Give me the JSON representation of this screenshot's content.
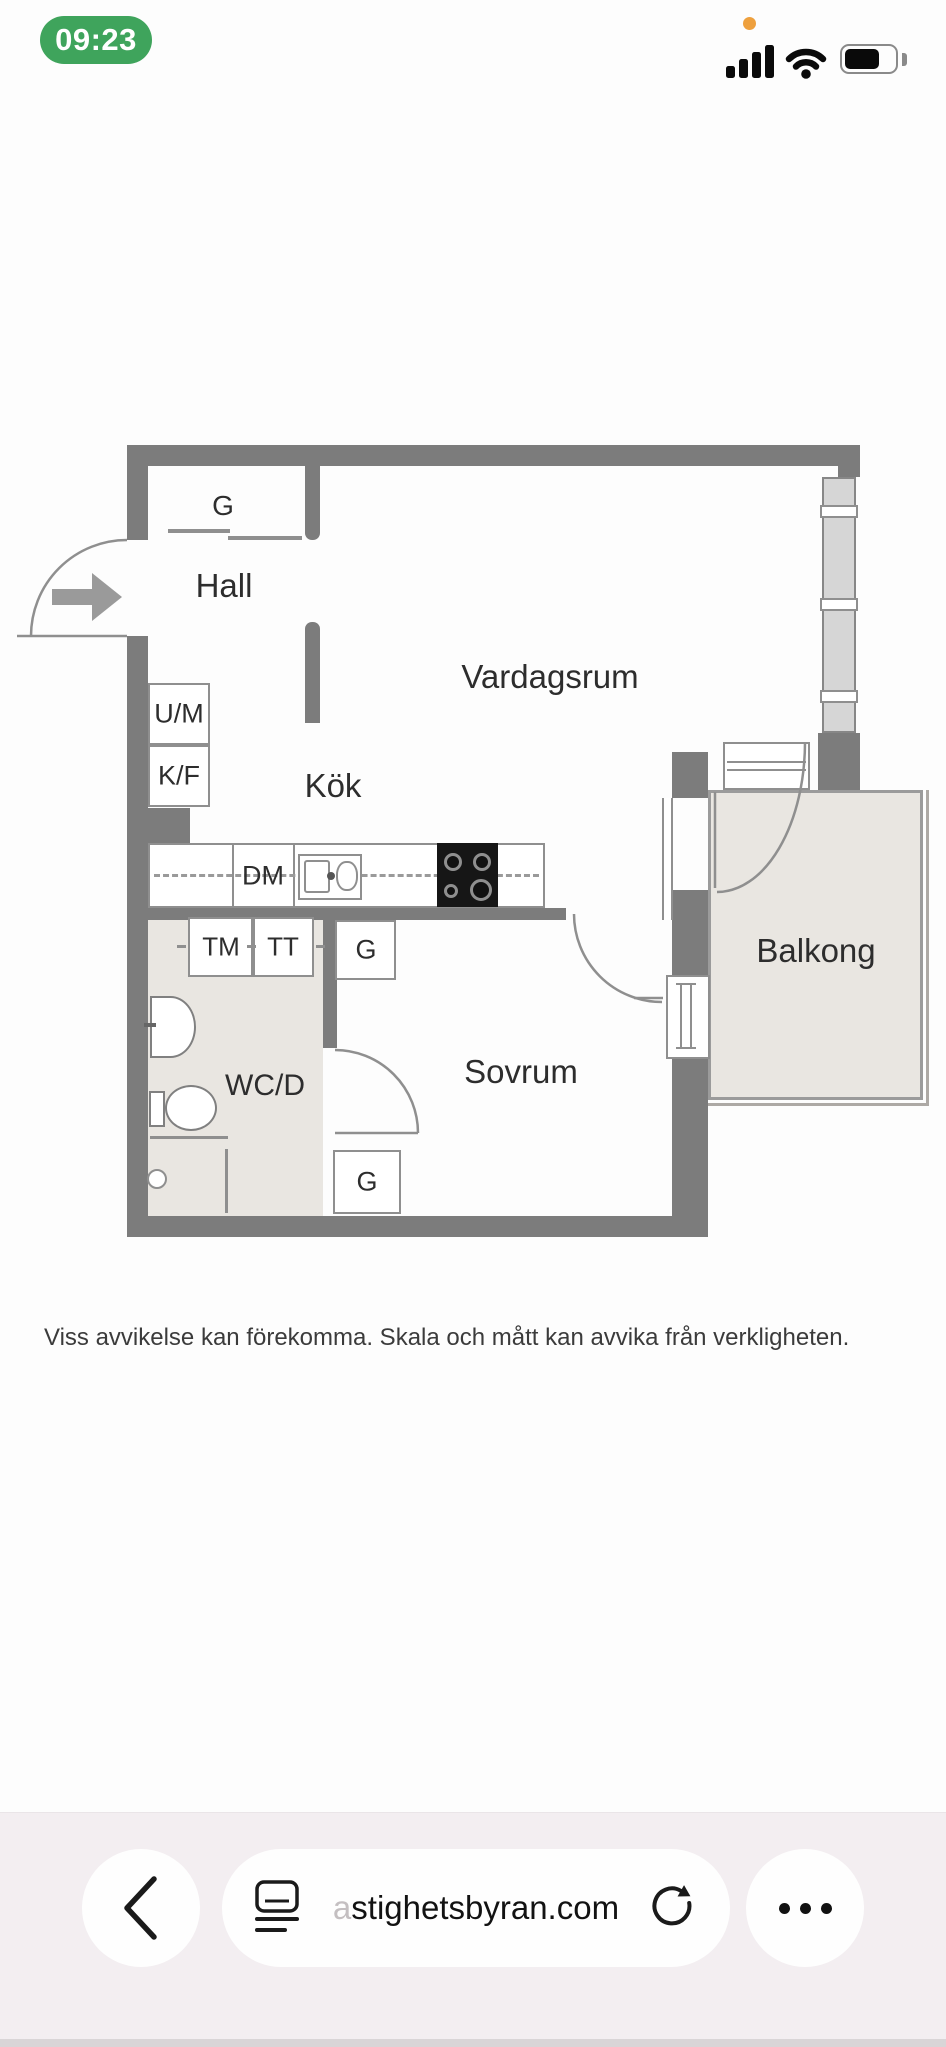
{
  "status_bar": {
    "time": "09:23",
    "time_pill_color": "#3FA45C",
    "recording_dot_color": "#EEA03E",
    "icons": [
      "cellular-signal-icon",
      "wifi-icon",
      "battery-icon"
    ],
    "battery_level_fraction": 0.6
  },
  "floorplan": {
    "room_labels": {
      "hall": "Hall",
      "vardagsrum": "Vardagsrum",
      "kok": "Kök",
      "sovrum": "Sovrum",
      "wcd": "WC/D",
      "balkong": "Balkong"
    },
    "fixture_labels": {
      "g1": "G",
      "g2": "G",
      "g3": "G",
      "um": "U/M",
      "kf": "K/F",
      "dm": "DM",
      "tm": "TM",
      "tt": "TT"
    },
    "symbols": [
      "entry-arrow-icon",
      "door-swing-arc",
      "window-symbol",
      "stove-icon",
      "sink-icon",
      "toilet-icon",
      "washbasin-icon",
      "shower-icon",
      "floor-drain-icon"
    ],
    "wall_color": "#7c7c7c",
    "balcony_floor_color": "#e9e6e1",
    "caption": "Viss avvikelse kan förekomma. Skala och mått kan avvika från verkligheten."
  },
  "toolbar": {
    "back_icon": "chevron-left-icon",
    "address": {
      "reader_icon": "reader-view-icon",
      "url_prefix_faded": "a",
      "url": "stighetsbyran.com",
      "reload_icon": "reload-icon"
    },
    "more_icon": "ellipsis-icon",
    "background_color": "#f3eef1"
  }
}
